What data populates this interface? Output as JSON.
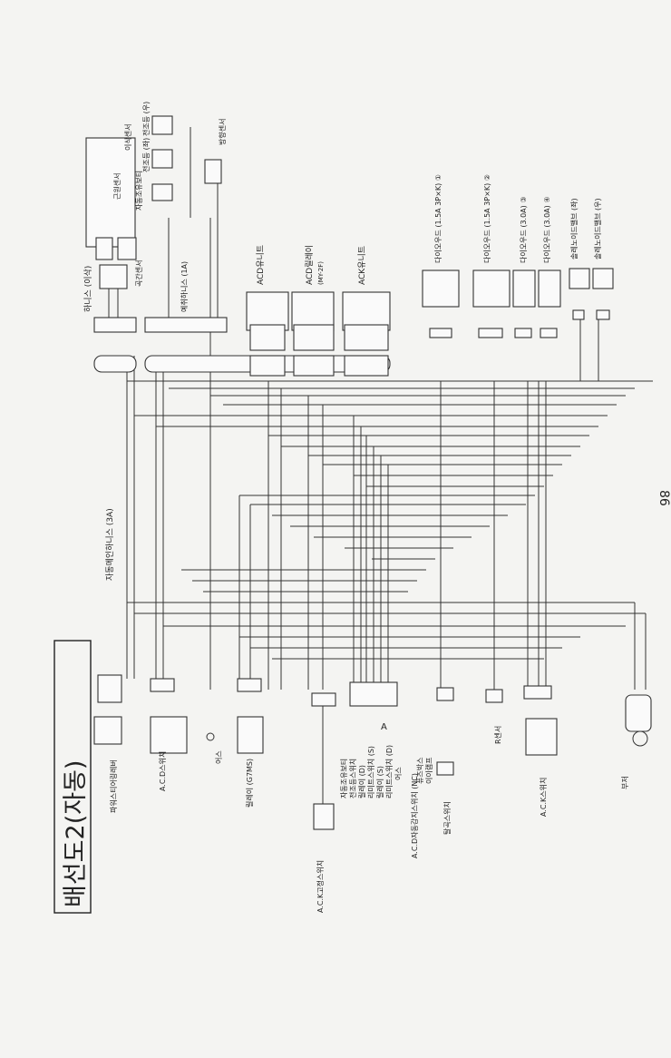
{
  "title": "배선도2(자동)",
  "page_number": "86",
  "main_harness": "자동메인하니스 (3A)",
  "top_harness": "하니스 (이삭)",
  "sub_harness": "예취하니스 (1A)",
  "units": {
    "acd_unit": "ACD유니트",
    "acd_relay": "ACD릴레이",
    "acd_relay_model": "(MY-2F)",
    "ack_unit": "ACK유니트"
  },
  "sensors": [
    {
      "id": "grain",
      "label": "곡간센서"
    },
    {
      "id": "auto_adj",
      "label": "자동조유보티"
    },
    {
      "id": "near",
      "label": "근원센서"
    },
    {
      "id": "lamp_left",
      "label": "전조등 (좌)"
    },
    {
      "id": "grain_sensor",
      "label": "이삭센서"
    },
    {
      "id": "lamp_right",
      "label": "전조등 (우)"
    },
    {
      "id": "direction",
      "label": "방향센서"
    }
  ],
  "diodes": [
    {
      "id": "d1",
      "label": "다이오우드 (1.5A 3P×K) ①"
    },
    {
      "id": "d2",
      "label": "다이오우드 (1.5A 3P×K) ②"
    },
    {
      "id": "d3",
      "label": "다이오우드 (3.0A) ③"
    },
    {
      "id": "d4",
      "label": "다이오우드 (3.0A) ④"
    }
  ],
  "solenoids": [
    {
      "id": "s1",
      "label": "솔레노이드밸브 (좌)"
    },
    {
      "id": "s2",
      "label": "솔레노이드밸브 (우)"
    }
  ],
  "left_components": [
    {
      "id": "power",
      "label": "파워스티어링레버"
    },
    {
      "id": "acd_switch",
      "label": "A.C.D스위치"
    },
    {
      "id": "earth",
      "label": "어스"
    },
    {
      "id": "relay",
      "label": "릴레이 (G7MS)"
    },
    {
      "id": "ack_fix_switch",
      "label": "A.C.K고정스위치"
    },
    {
      "id": "acd_sense_switch",
      "label": "A.C.D자동감지스위치 (NC)"
    },
    {
      "id": "unload_switch",
      "label": "탈곡스위치"
    },
    {
      "id": "r_sensor",
      "label": "R센서"
    },
    {
      "id": "ack_switch",
      "label": "A.C.K스위치"
    },
    {
      "id": "buzzer",
      "label": "부저"
    }
  ],
  "connector_list": [
    "자동조유보티",
    "전조등스위치",
    "릴레이 (D)",
    "리미트스위치 (S)",
    "릴레이 (S)",
    "리미트스위치 (D)",
    "어스",
    "퓨즈박스",
    "이이램프"
  ],
  "ground_mark": "A"
}
